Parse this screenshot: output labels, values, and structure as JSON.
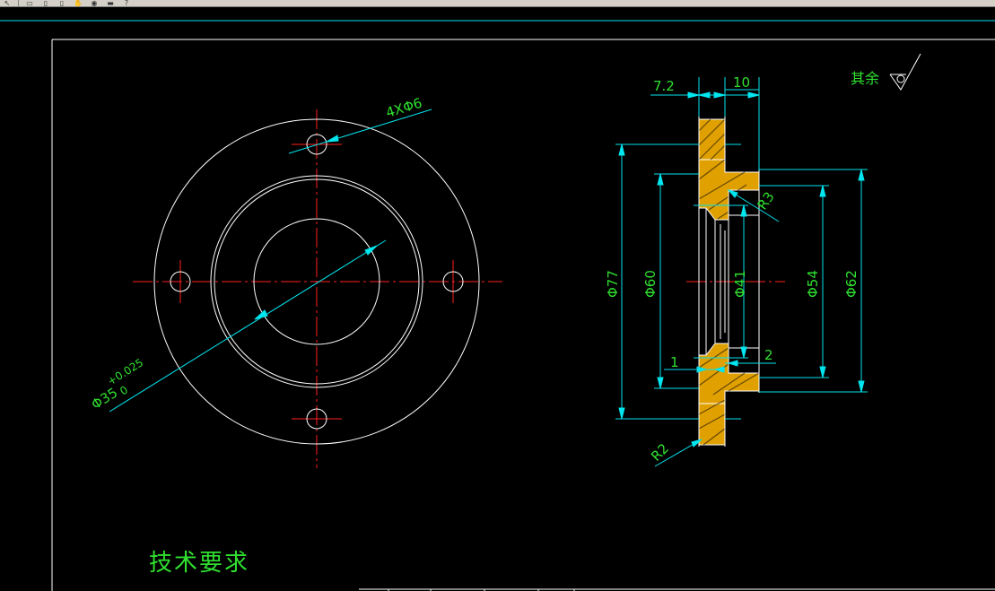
{
  "toolbar": {
    "buttons": [
      {
        "name": "arrow-tool-icon",
        "glyph": "↖"
      },
      {
        "name": "open-file-icon",
        "glyph": "▭"
      },
      {
        "name": "page-icon",
        "glyph": "▯"
      },
      {
        "name": "page2-icon",
        "glyph": "▯"
      },
      {
        "name": "hand-icon",
        "glyph": "✋"
      },
      {
        "name": "globe-icon",
        "glyph": "◉"
      },
      {
        "name": "folder-icon",
        "glyph": "▬"
      },
      {
        "name": "help-icon",
        "glyph": "?"
      }
    ]
  },
  "drawing": {
    "front_view": {
      "hole_callout": "4XΦ6",
      "bore_dim": "Φ35",
      "bore_tol_upper": "+0.025",
      "bore_tol_lower": "0"
    },
    "section_view": {
      "dim_left_width": "7.2",
      "dim_right_width": "10",
      "dia_outer": "Φ77",
      "dia_60": "Φ60",
      "dia_41": "Φ41",
      "dia_54": "Φ54",
      "dia_62": "Φ62",
      "radius_r3": "R3",
      "radius_r2": "R2",
      "dim_1": "1",
      "dim_2": "2"
    },
    "surface_note": "其余",
    "tech_req_title": "技术要求"
  },
  "colors": {
    "outline": "#ffffff",
    "centerline": "#ff2020",
    "dimension": "#00e5ee",
    "text": "#30e030",
    "hatch": "#e0a000",
    "background": "#000000"
  }
}
